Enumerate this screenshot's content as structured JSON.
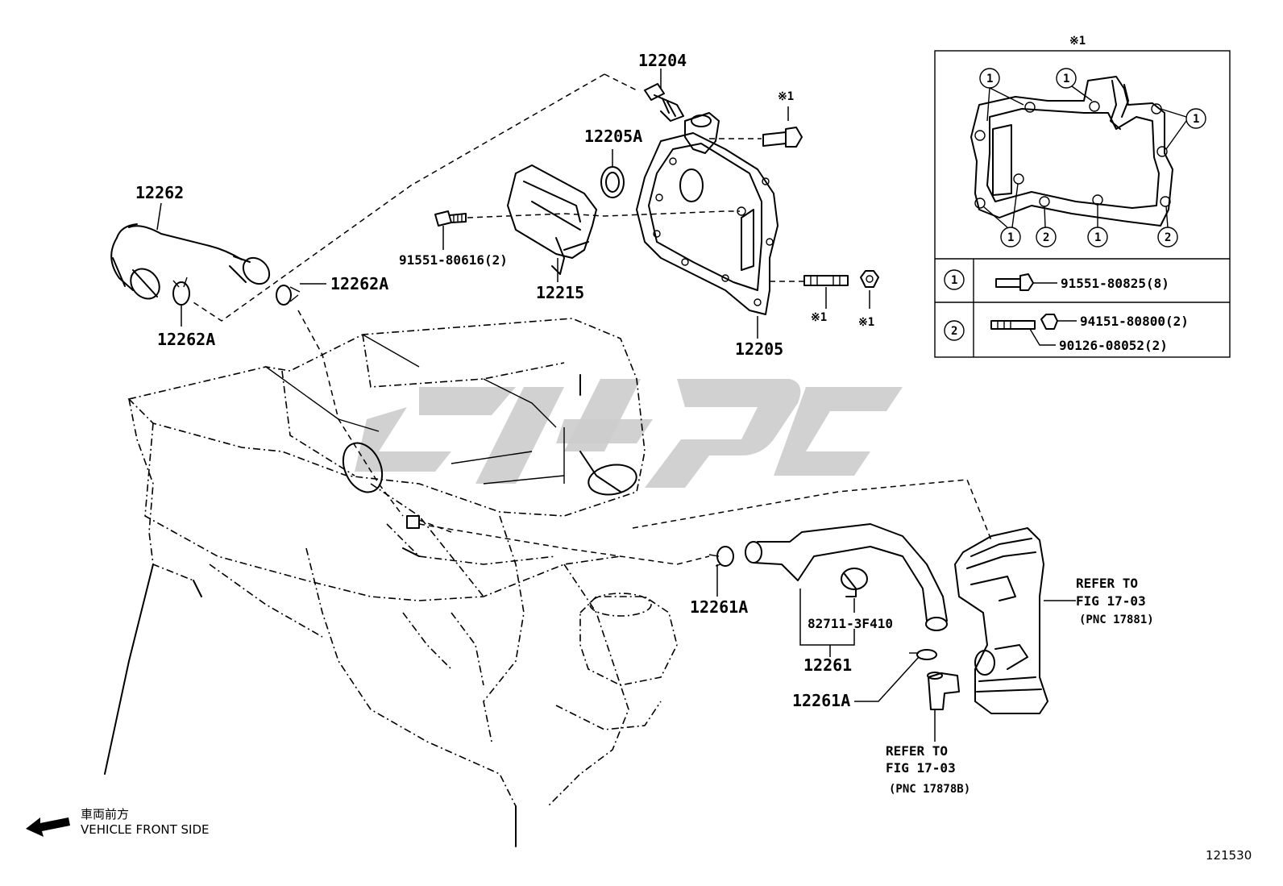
{
  "labels": {
    "p12204": "12204",
    "p12205a": "12205A",
    "p12262": "12262",
    "p12262a_top": "12262A",
    "p12262a_left": "12262A",
    "p91551_80616": "91551-80616(2)",
    "p12215": "12215",
    "p12205": "12205",
    "mark_bolt": "※1",
    "mark_stud": "※1",
    "mark_nut": "※1",
    "p12261a_mid": "12261A",
    "p82711": "82711-3F410",
    "p12261": "12261",
    "p12261a_low": "12261A"
  },
  "refs": {
    "right": {
      "line1": "REFER TO",
      "line2": "FIG 17-03",
      "line3": "(PNC 17881)"
    },
    "bottom": {
      "line1": "REFER TO",
      "line2": "FIG 17-03",
      "line3": "(PNC 17878B)"
    }
  },
  "inset": {
    "title": "※1",
    "callout": "1",
    "callout2": "2",
    "rows": [
      {
        "marker": "1",
        "parts": [
          "91551-80825(8)"
        ]
      },
      {
        "marker": "2",
        "parts": [
          "94151-80800(2)",
          "90126-08052(2)"
        ]
      }
    ]
  },
  "front": {
    "jp": "車両前方",
    "en": "VEHICLE FRONT SIDE"
  },
  "figure_number": "121530"
}
